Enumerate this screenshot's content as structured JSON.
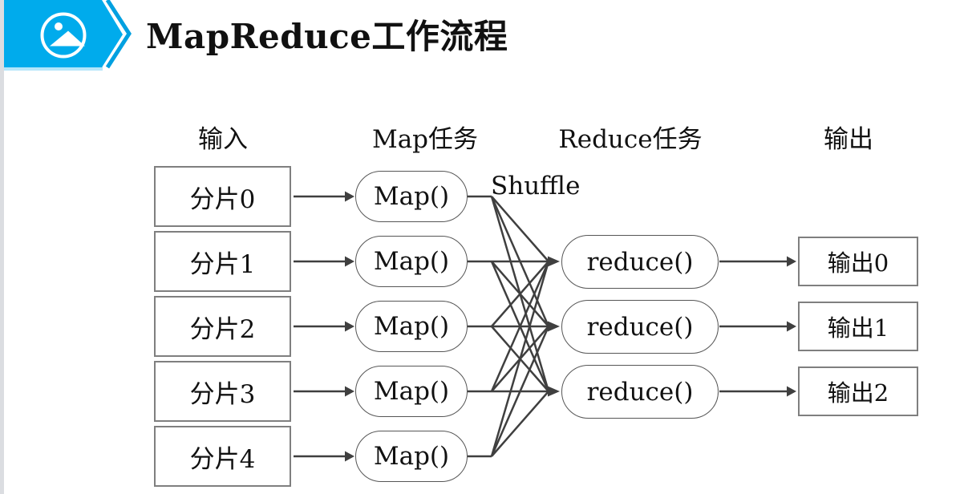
{
  "header": {
    "title": "MapReduce工作流程",
    "icon": "image-icon",
    "banner_color": "#00ABEC",
    "banner_outline_color": "#00A0E0",
    "banner_underline_color": "#b5e6fa"
  },
  "colors": {
    "line": "#3f3f3f",
    "box_border": "#7f7f7f",
    "oval_border": "#565656",
    "text": "#111111",
    "left_strip": "#dbdde1"
  },
  "diagram": {
    "column_headers": [
      "输入",
      "Map任务",
      "Reduce任务",
      "输出"
    ],
    "shuffle_label": "Shuffle",
    "inputs": [
      "分片0",
      "分片1",
      "分片2",
      "分片3",
      "分片4"
    ],
    "map_tasks": [
      "Map()",
      "Map()",
      "Map()",
      "Map()",
      "Map()"
    ],
    "reduce_tasks": [
      "reduce()",
      "reduce()",
      "reduce()"
    ],
    "outputs": [
      "输出0",
      "输出1",
      "输出2"
    ]
  }
}
